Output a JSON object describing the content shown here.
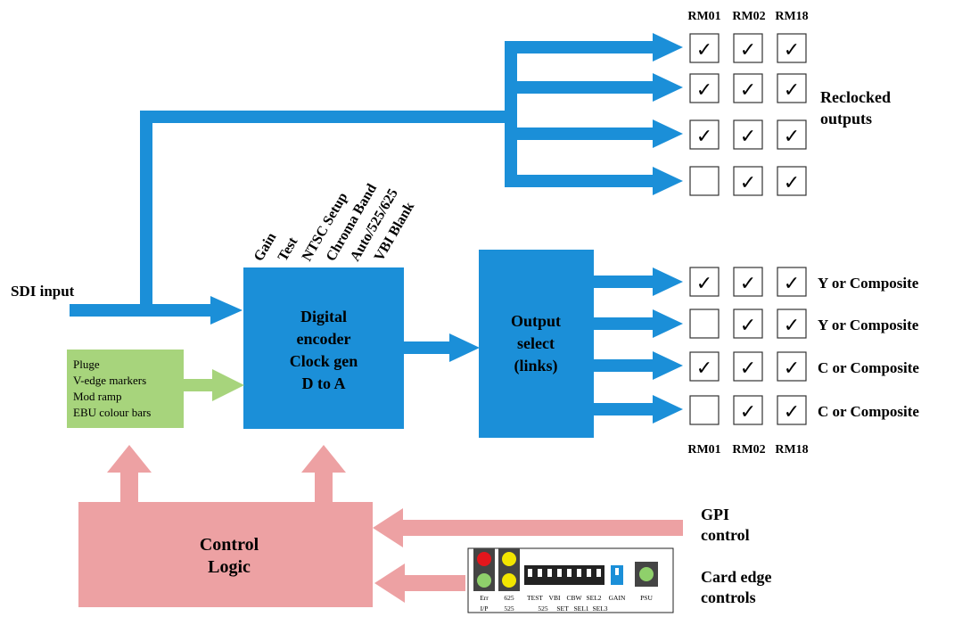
{
  "colors": {
    "blue": "#1b8fd8",
    "pink": "#eda1a3",
    "green": "#a7d47c",
    "panel": "#ffffff",
    "led_red": "#e3161c",
    "led_green": "#8fd06b",
    "led_yellow": "#f2e600"
  },
  "input": {
    "label": "SDI input"
  },
  "test_signals": {
    "lines": [
      "Pluge",
      "V-edge markers",
      "Mod ramp",
      "EBU colour bars"
    ]
  },
  "encoder": {
    "lines": [
      "Digital",
      "encoder",
      "Clock gen",
      "D to A"
    ],
    "controls": [
      "Gain",
      "Test",
      "NTSC Setup",
      "Chroma Band",
      "Auto/525/625",
      "VBI Blank"
    ]
  },
  "output_select": {
    "lines": [
      "Output",
      "select",
      "(links)"
    ]
  },
  "reclocked": {
    "label_lines": [
      "Reclocked",
      "outputs"
    ],
    "column_headers": [
      "RM01",
      "RM02",
      "RM18"
    ],
    "rows": [
      {
        "checks": [
          true,
          true,
          true
        ]
      },
      {
        "checks": [
          true,
          true,
          true
        ]
      },
      {
        "checks": [
          true,
          true,
          true
        ]
      },
      {
        "checks": [
          false,
          true,
          true
        ]
      }
    ]
  },
  "analog_outputs": {
    "column_footers": [
      "RM01",
      "RM02",
      "RM18"
    ],
    "rows": [
      {
        "label": "Y or Composite",
        "checks": [
          true,
          true,
          true
        ]
      },
      {
        "label": "Y or Composite",
        "checks": [
          false,
          true,
          true
        ]
      },
      {
        "label": "C or Composite",
        "checks": [
          true,
          true,
          true
        ]
      },
      {
        "label": "C or Composite",
        "checks": [
          false,
          true,
          true
        ]
      }
    ]
  },
  "check_glyph": "✓",
  "control_logic": {
    "lines": [
      "Control",
      "Logic"
    ]
  },
  "gpi": {
    "lines": [
      "GPI",
      "control"
    ]
  },
  "card_edge": {
    "lines": [
      "Card edge",
      "controls"
    ],
    "panel_row1": [
      "Err",
      "625",
      "TEST",
      "VBI",
      "CBW",
      "SEL2",
      "GAIN",
      "PSU"
    ],
    "panel_row2": [
      "I/P",
      "525",
      "525",
      "SET",
      "SEL1",
      "SEL3"
    ]
  }
}
